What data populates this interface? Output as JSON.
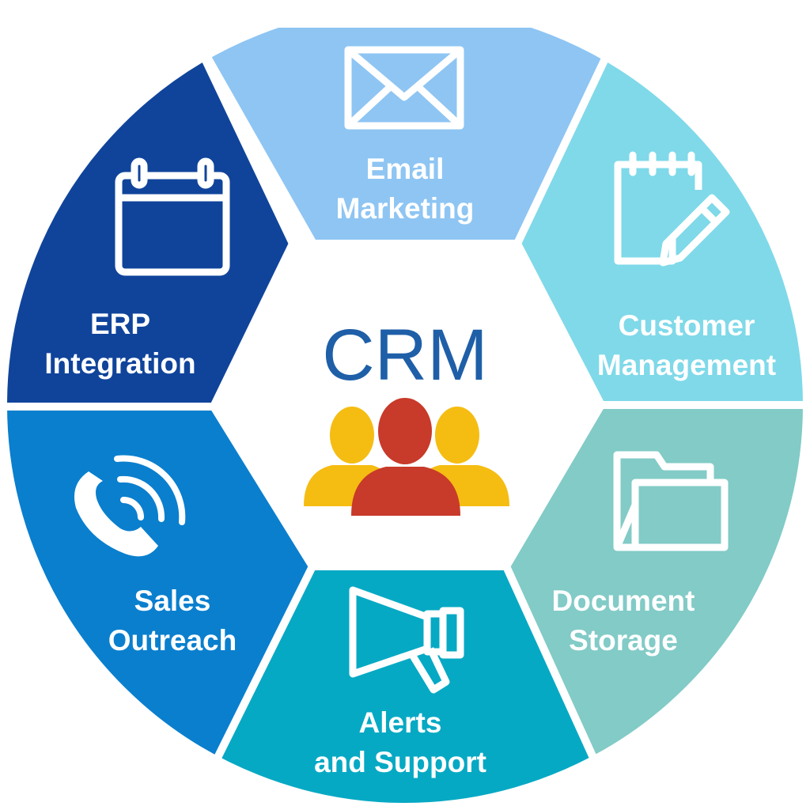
{
  "center": {
    "title": "CRM",
    "title_color": "#1f5fa8",
    "people_colors": {
      "side": "#f5bc12",
      "middle": "#c83a2a"
    }
  },
  "segments": [
    {
      "name": "email",
      "line1": "Email",
      "line2": "Marketing",
      "color": "#8ec5f3",
      "icon": "envelope-icon"
    },
    {
      "name": "customer",
      "line1": "Customer",
      "line2": "Management",
      "color": "#7fd9e9",
      "icon": "notepad-pencil-icon"
    },
    {
      "name": "document",
      "line1": "Document",
      "line2": "Storage",
      "color": "#82cbc7",
      "icon": "folder-icon"
    },
    {
      "name": "alerts",
      "line1": "Alerts",
      "line2": "and Support",
      "color": "#06a9c4",
      "icon": "megaphone-icon"
    },
    {
      "name": "sales",
      "line1": "Sales",
      "line2": "Outreach",
      "color": "#0a7fce",
      "icon": "phone-icon"
    },
    {
      "name": "erp",
      "line1": "ERP",
      "line2": "Integration",
      "color": "#10449b",
      "icon": "calendar-icon"
    }
  ]
}
